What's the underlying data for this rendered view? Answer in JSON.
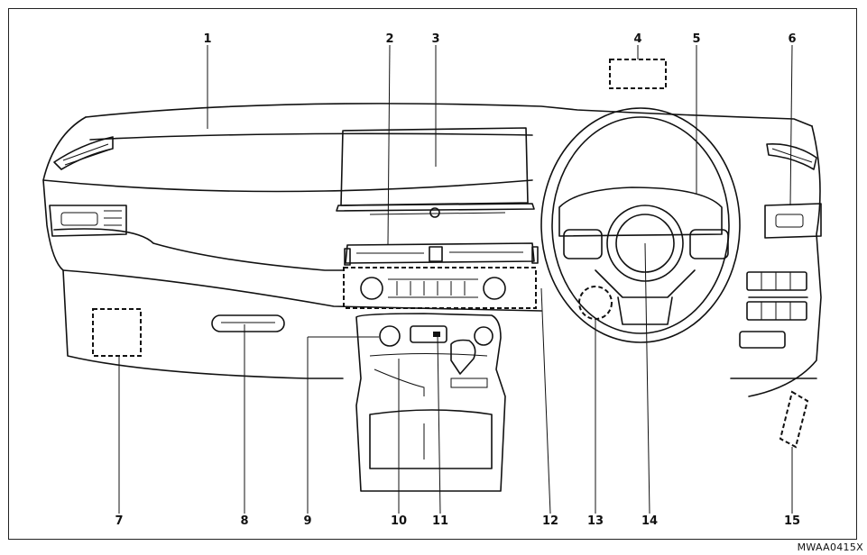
{
  "figure_code": "MWAA0415X",
  "callouts": [
    {
      "id": "1",
      "label": "1"
    },
    {
      "id": "2",
      "label": "2"
    },
    {
      "id": "3",
      "label": "3"
    },
    {
      "id": "4",
      "label": "4"
    },
    {
      "id": "5",
      "label": "5"
    },
    {
      "id": "6",
      "label": "6"
    },
    {
      "id": "7",
      "label": "7"
    },
    {
      "id": "8",
      "label": "8"
    },
    {
      "id": "9",
      "label": "9"
    },
    {
      "id": "10",
      "label": "10"
    },
    {
      "id": "11",
      "label": "11"
    },
    {
      "id": "12",
      "label": "12"
    },
    {
      "id": "13",
      "label": "13"
    },
    {
      "id": "14",
      "label": "14"
    },
    {
      "id": "15",
      "label": "15"
    }
  ]
}
